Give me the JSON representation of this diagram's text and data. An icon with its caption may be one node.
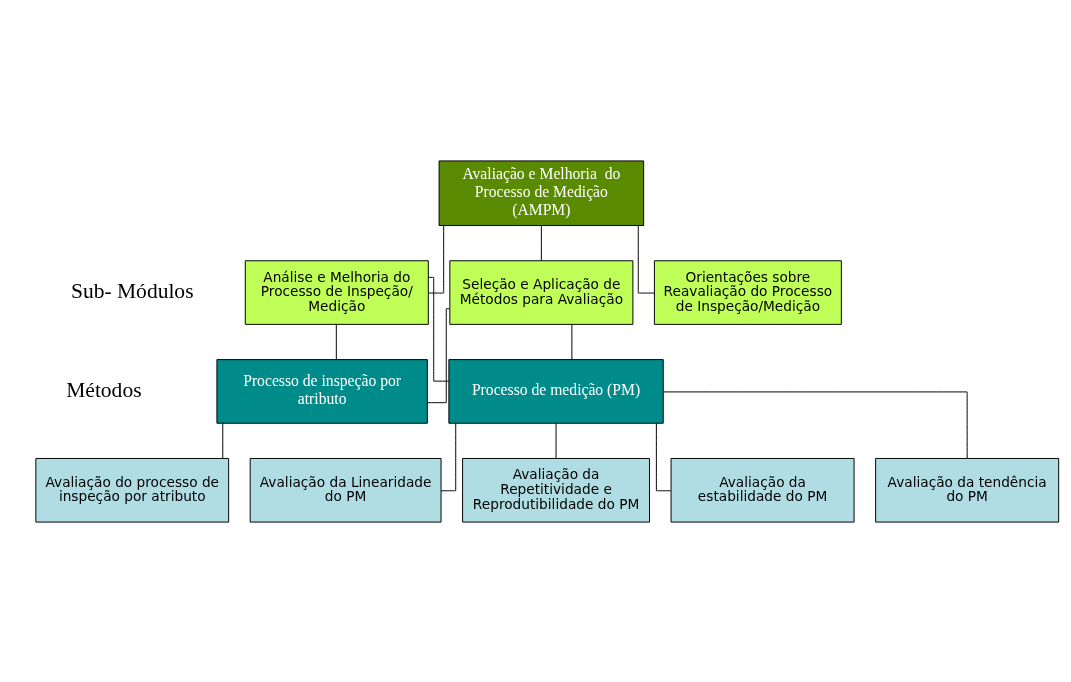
{
  "diagram": {
    "nodes": [
      {
        "text": [
          "Avaliação e Melhoria  do Processo de Medição (AMPM)"
        ]
      },
      {
        "text": [
          "Seleção e Aplicação de Métodos para Avaliação"
        ]
      },
      {
        "text": [
          "Análise e Melhoria do Processo de Inspeção/ Medição"
        ]
      },
      {
        "text": [
          "Orientações sobre Reavaliação do Processo de Inspeção/Medição"
        ]
      },
      {
        "text": [
          "Processo de inspeção por atributo"
        ]
      },
      {
        "text": [
          "Processo de medição (PM)"
        ]
      },
      {
        "text": [
          "Avaliação do processo de inspeção por atributo"
        ]
      },
      {
        "text": [
          "Avaliação da estabilidade do PM"
        ]
      },
      {
        "text": [
          "Avaliação da tendência do PM"
        ]
      },
      {
        "text": [
          "Avaliação da Linearidade do PM"
        ]
      },
      {
        "text": [
          "Avaliação da Repetitividade e Reprodutibilidade do PM"
        ]
      }
    ],
    "edges": [
      {
        "from": 0,
        "to": 1,
        "arrow": "none"
      },
      {
        "from": 0,
        "to": 2,
        "arrow": "none"
      },
      {
        "from": 0,
        "to": 3,
        "arrow": "none"
      },
      {
        "from": 1,
        "to": 4,
        "arrow": "none"
      },
      {
        "from": 1,
        "to": 5,
        "arrow": "none"
      },
      {
        "from": 2,
        "to": 4,
        "arrow": "none"
      },
      {
        "from": 2,
        "to": 5,
        "arrow": "none"
      },
      {
        "from": 4,
        "to": 6,
        "arrow": "none"
      },
      {
        "from": 5,
        "to": 7,
        "arrow": "none"
      },
      {
        "from": 5,
        "to": 8,
        "arrow": "none"
      },
      {
        "from": 5,
        "to": 9,
        "arrow": "none"
      },
      {
        "from": 5,
        "to": 10,
        "arrow": "none"
      }
    ],
    "labels": [
      "Sub- Módulos",
      "Métodos"
    ]
  }
}
